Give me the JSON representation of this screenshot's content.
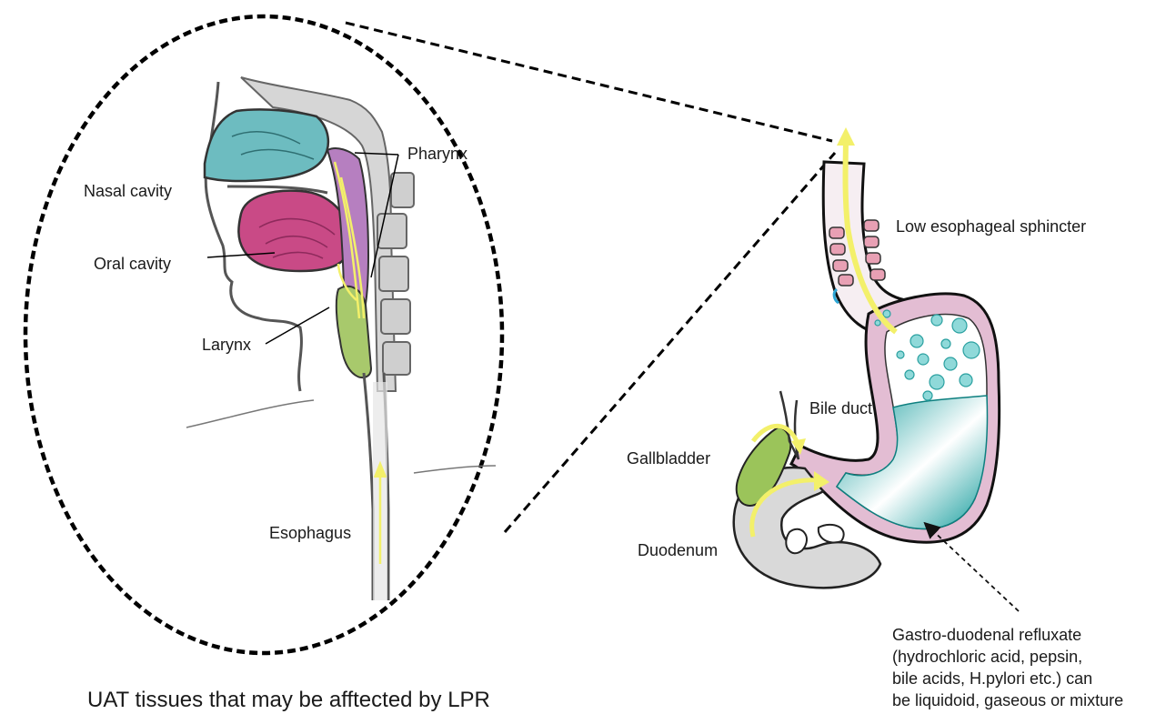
{
  "labels": {
    "nasal_cavity": "Nasal cavity",
    "oral_cavity": "Oral cavity",
    "larynx": "Larynx",
    "pharynx": "Pharynx",
    "esophagus": "Esophagus",
    "low_esophageal_sphincter": "Low esophageal sphincter",
    "bile_duct": "Bile duct",
    "gallbladder": "Gallbladder",
    "duodenum": "Duodenum"
  },
  "caption": "UAT tissues that may be afftected by LPR",
  "refluxate_note": [
    "Gastro-duodenal refluxate",
    "(hydrochloric acid, pepsin,",
    "bile acids,  H.pylori etc.) can",
    "be liquidoid, gaseous or mixture"
  ],
  "colors": {
    "nasal": "#6dbcc0",
    "oral": "#c94a86",
    "pharynx": "#b67fc0",
    "larynx": "#a8c96c",
    "stomach_wall": "#e3bdd3",
    "acid": "#17a0a0",
    "bubble": "#8fd9d9",
    "sphincter": "#e8a0b4",
    "gallbladder": "#9bc45a",
    "arrow": "#f3f06a",
    "tissue": "#d6d6d6"
  }
}
